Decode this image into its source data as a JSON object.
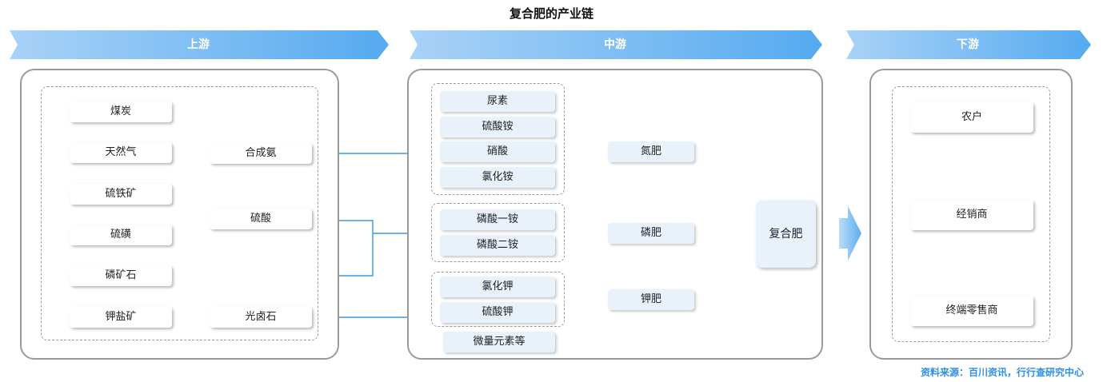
{
  "title": "复合肥的产业链",
  "stages": {
    "upstream": "上游",
    "midstream": "中游",
    "downstream": "下游"
  },
  "upstream": {
    "coal": "煤炭",
    "natural_gas": "天然气",
    "synthetic_ammonia": "合成氨",
    "pyrite": "硫铁矿",
    "sulfur": "硫磺",
    "sulfuric_acid": "硫酸",
    "phosphate_rock": "磷矿石",
    "potash_ore": "钾盐矿",
    "carnallite": "光卤石"
  },
  "midstream": {
    "urea": "尿素",
    "ammonium_sulfate": "硫酸铵",
    "nitric_acid": "硝酸",
    "ammonium_chloride": "氯化铵",
    "map": "磷酸一铵",
    "dap": "磷酸二铵",
    "potassium_chloride": "氯化钾",
    "potassium_sulfate": "硫酸钾",
    "trace_elements": "微量元素等",
    "nitrogen_fertilizer": "氮肥",
    "phosphate_fertilizer": "磷肥",
    "potash_fertilizer": "钾肥",
    "compound_fertilizer": "复合肥"
  },
  "downstream": {
    "farmers": "农户",
    "distributors": "经销商",
    "retailers": "终端零售商"
  },
  "source": "资料来源：百川资讯，行行查研究中心",
  "colors": {
    "accent": "#2e8fe8",
    "line": "#3b95e6",
    "box_fill": "#e9f1fb",
    "panel_border": "#9a9a9a"
  }
}
